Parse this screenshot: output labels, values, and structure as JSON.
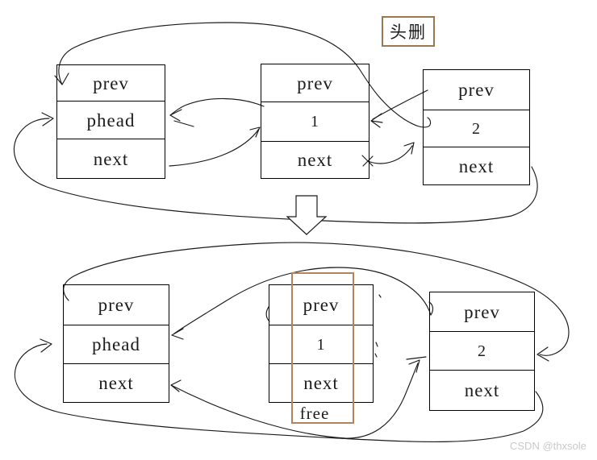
{
  "title_box": {
    "label": "头删"
  },
  "watermark": "CSDN @thxsole",
  "colors": {
    "line": "#1a1a1a",
    "node_border": "#000000",
    "title_box_border": "#9a7952",
    "highlight_border": "#b5835a",
    "watermark": "#c9c9c9",
    "text": "#1c1c1c"
  },
  "top_diagram": {
    "nodes": [
      {
        "id": "phead",
        "cells": [
          "prev",
          "phead",
          "next"
        ]
      },
      {
        "id": "node1",
        "cells": [
          "prev",
          "1",
          "next"
        ]
      },
      {
        "id": "node2",
        "cells": [
          "prev",
          "2",
          "next"
        ]
      }
    ]
  },
  "bottom_diagram": {
    "free_label": "free",
    "nodes": [
      {
        "id": "phead",
        "cells": [
          "prev",
          "phead",
          "next"
        ]
      },
      {
        "id": "node1",
        "cells": [
          "prev",
          "1",
          "next"
        ]
      },
      {
        "id": "node2",
        "cells": [
          "prev",
          "2",
          "next"
        ]
      }
    ]
  }
}
